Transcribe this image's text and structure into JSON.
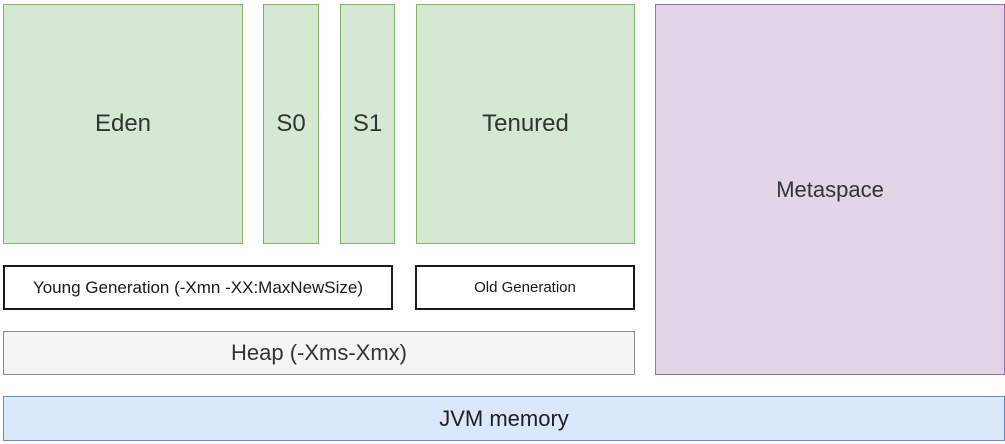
{
  "diagram": {
    "young": {
      "eden": "Eden",
      "s0": "S0",
      "s1": "S1",
      "label": "Young Generation (-Xmn -XX:MaxNewSize)"
    },
    "old": {
      "tenured": "Tenured",
      "label": "Old Generation"
    },
    "metaspace": "Metaspace",
    "heap": "Heap (-Xms-Xmx)",
    "jvm_memory": "JVM memory"
  },
  "colors": {
    "heap_region_fill": "#d5e8d4",
    "heap_region_border": "#82b366",
    "metaspace_fill": "#e1d5e7",
    "metaspace_border": "#9673a6",
    "heap_bar_fill": "#f5f5f5",
    "jvm_bar_fill": "#dae8fc",
    "jvm_bar_border": "#6c8ebf"
  }
}
